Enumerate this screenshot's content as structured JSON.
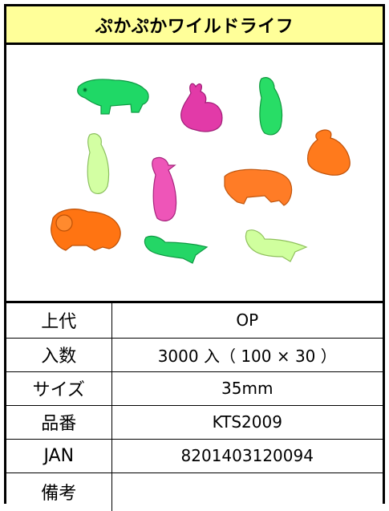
{
  "title": "ぷかぷかワイルドライフ",
  "image": {
    "alt_icons": [
      "polar-bear-figure",
      "rabbit-figure",
      "penguin-figure",
      "lion-figure",
      "seal-figure"
    ]
  },
  "colors": {
    "title_bg": "#ffff99",
    "green": "#22dd66",
    "pink": "#ee44aa",
    "lime": "#ccff99",
    "orange": "#ff7711"
  },
  "specs": [
    {
      "label": "上代",
      "value": "OP"
    },
    {
      "label": "入数",
      "value": "3000 入（ 100 × 30 ）"
    },
    {
      "label": "サイズ",
      "value": "35mm"
    },
    {
      "label": "品番",
      "value": "KTS2009"
    },
    {
      "label": "JAN",
      "value": "8201403120094"
    },
    {
      "label": "備考",
      "value": ""
    }
  ]
}
